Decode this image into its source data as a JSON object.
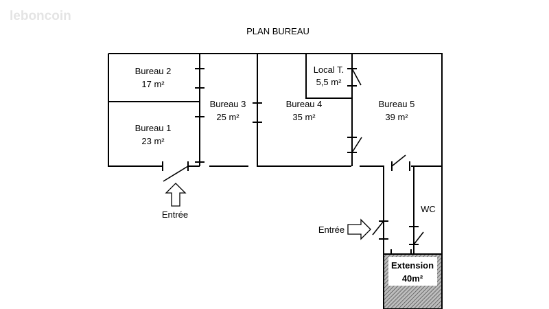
{
  "watermark": "leboncoin",
  "title": "PLAN BUREAU",
  "rooms": {
    "bureau2": {
      "name": "Bureau 2",
      "area": "17 m²"
    },
    "bureau1": {
      "name": "Bureau 1",
      "area": "23 m²"
    },
    "bureau3": {
      "name": "Bureau 3",
      "area": "25 m²"
    },
    "bureau4": {
      "name": "Bureau 4",
      "area": "35 m²"
    },
    "local": {
      "name": "Local T.",
      "area": "5,5 m²"
    },
    "bureau5": {
      "name": "Bureau 5",
      "area": "39 m²"
    },
    "wc": {
      "name": "WC"
    },
    "extension": {
      "name": "Extension",
      "area": "40m²"
    }
  },
  "entrances": {
    "main": "Entrée",
    "side": "Entrée"
  },
  "colors": {
    "wall": "#000000",
    "extension_fill": "#7a7a7a",
    "watermark": "#e4e4e4"
  }
}
